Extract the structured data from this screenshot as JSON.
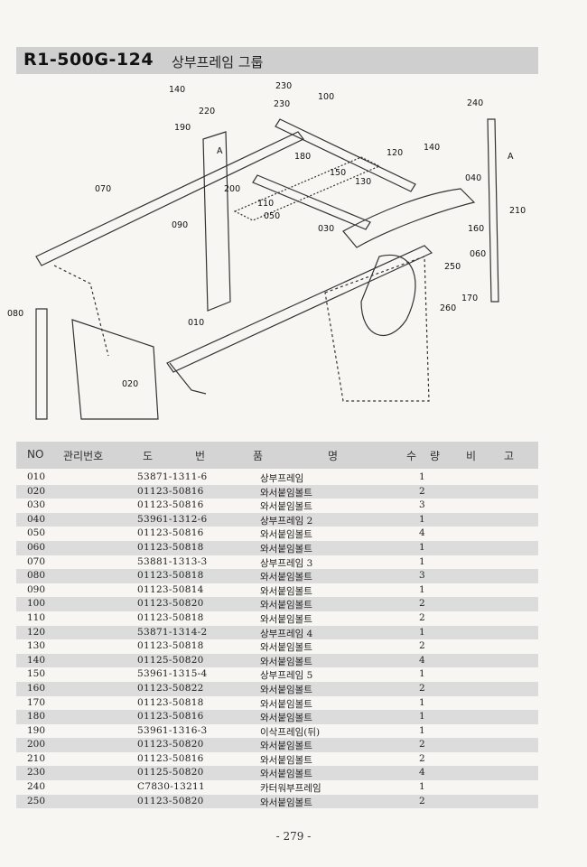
{
  "header": {
    "code": "R1-500G-124",
    "name": "상부프레임 그룹"
  },
  "callouts": [
    "140",
    "230",
    "100",
    "220",
    "230",
    "240",
    "190",
    "120",
    "140",
    "180",
    "150",
    "130",
    "070",
    "200",
    "110",
    "050",
    "040",
    "A",
    "A",
    "210",
    "090",
    "030",
    "160",
    "060",
    "250",
    "170",
    "080",
    "010",
    "260",
    "020"
  ],
  "table": {
    "headers": {
      "no": "NO",
      "mgmt": "관리번호",
      "drawing_1": "도",
      "drawing_2": "번",
      "name_1": "품",
      "name_2": "명",
      "qty_1": "수",
      "qty_2": "량",
      "remark_1": "비",
      "remark_2": "고"
    },
    "rows": [
      {
        "no": "010",
        "part": "53871-1311-6",
        "name": "상부프레임",
        "qty": "1"
      },
      {
        "no": "020",
        "part": "01123-50816",
        "name": "와서붙임볼트",
        "qty": "2"
      },
      {
        "no": "030",
        "part": "01123-50816",
        "name": "와서붙임볼트",
        "qty": "3"
      },
      {
        "no": "040",
        "part": "53961-1312-6",
        "name": "상부프레임 2",
        "qty": "1"
      },
      {
        "no": "050",
        "part": "01123-50816",
        "name": "와서붙임볼트",
        "qty": "4"
      },
      {
        "no": "060",
        "part": "01123-50818",
        "name": "와서붙임볼트",
        "qty": "1"
      },
      {
        "no": "070",
        "part": "53881-1313-3",
        "name": "상부프레임 3",
        "qty": "1"
      },
      {
        "no": "080",
        "part": "01123-50818",
        "name": "와서붙임볼트",
        "qty": "3"
      },
      {
        "no": "090",
        "part": "01123-50814",
        "name": "와서붙임볼트",
        "qty": "1"
      },
      {
        "no": "100",
        "part": "01123-50820",
        "name": "와서붙임볼트",
        "qty": "2"
      },
      {
        "no": "110",
        "part": "01123-50818",
        "name": "와서붙임볼트",
        "qty": "2"
      },
      {
        "no": "120",
        "part": "53871-1314-2",
        "name": "상부프레임 4",
        "qty": "1"
      },
      {
        "no": "130",
        "part": "01123-50818",
        "name": "와서붙임볼트",
        "qty": "2"
      },
      {
        "no": "140",
        "part": "01125-50820",
        "name": "와서붙임볼트",
        "qty": "4"
      },
      {
        "no": "150",
        "part": "53961-1315-4",
        "name": "상부프레임 5",
        "qty": "1"
      },
      {
        "no": "160",
        "part": "01123-50822",
        "name": "와서붙임볼트",
        "qty": "2"
      },
      {
        "no": "170",
        "part": "01123-50818",
        "name": "와서붙임볼트",
        "qty": "1"
      },
      {
        "no": "180",
        "part": "01123-50816",
        "name": "와서붙임볼트",
        "qty": "1"
      },
      {
        "no": "190",
        "part": "53961-1316-3",
        "name": "이삭프레임(뒤)",
        "qty": "1"
      },
      {
        "no": "200",
        "part": "01123-50820",
        "name": "와서붙임볼트",
        "qty": "2"
      },
      {
        "no": "210",
        "part": "01123-50816",
        "name": "와서붙임볼트",
        "qty": "2"
      },
      {
        "no": "230",
        "part": "01125-50820",
        "name": "와서붙임볼트",
        "qty": "4"
      },
      {
        "no": "240",
        "part": "C7830-13211",
        "name": "카터워부프레임",
        "qty": "1"
      },
      {
        "no": "250",
        "part": "01123-50820",
        "name": "와서붙임볼트",
        "qty": "2"
      }
    ]
  },
  "footer": {
    "page": "- 279 -"
  }
}
